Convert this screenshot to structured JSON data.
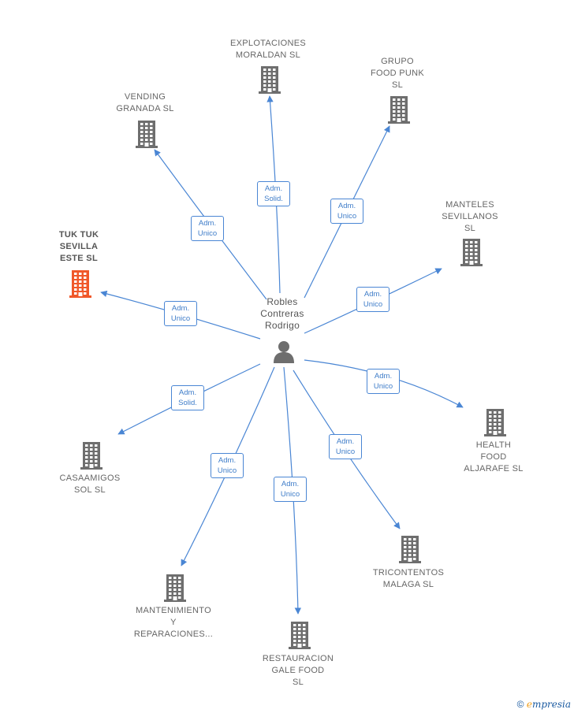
{
  "center": {
    "name_lines": [
      "Robles",
      "Contreras",
      "Rodrigo"
    ],
    "icon": "person-icon"
  },
  "colors": {
    "edge": "#4a86d4",
    "building": "#6e6e6e",
    "highlight": "#f0582a"
  },
  "nodes": [
    {
      "id": "explotaciones",
      "name_lines": [
        "EXPLOTACIONES",
        "MORALDAN  SL"
      ],
      "relation": [
        "Adm.",
        "Solid."
      ],
      "highlight": false,
      "icon": "building-icon"
    },
    {
      "id": "grupo-food-punk",
      "name_lines": [
        "GRUPO",
        "FOOD PUNK",
        "SL"
      ],
      "relation": [
        "Adm.",
        "Unico"
      ],
      "highlight": false,
      "icon": "building-icon"
    },
    {
      "id": "vending-granada",
      "name_lines": [
        "VENDING",
        "GRANADA SL"
      ],
      "relation": [
        "Adm.",
        "Unico"
      ],
      "highlight": false,
      "icon": "building-icon"
    },
    {
      "id": "manteles",
      "name_lines": [
        "MANTELES",
        "SEVILLANOS",
        "SL"
      ],
      "relation": [
        "Adm.",
        "Unico"
      ],
      "highlight": false,
      "icon": "building-icon"
    },
    {
      "id": "tuk-tuk",
      "name_lines": [
        "TUK TUK",
        "SEVILLA",
        "ESTE  SL"
      ],
      "relation": [
        "Adm.",
        "Unico"
      ],
      "highlight": true,
      "icon": "building-icon"
    },
    {
      "id": "health-food",
      "name_lines": [
        "HEALTH",
        "FOOD",
        "ALJARAFE  SL"
      ],
      "relation": [
        "Adm.",
        "Unico"
      ],
      "highlight": false,
      "icon": "building-icon"
    },
    {
      "id": "casaamigos",
      "name_lines": [
        "CASAAMIGOS",
        "SOL  SL"
      ],
      "relation": [
        "Adm.",
        "Solid."
      ],
      "highlight": false,
      "icon": "building-icon"
    },
    {
      "id": "tricontentos",
      "name_lines": [
        "TRICONTENTOS",
        "MALAGA SL"
      ],
      "relation": [
        "Adm.",
        "Unico"
      ],
      "highlight": false,
      "icon": "building-icon"
    },
    {
      "id": "mantenimiento",
      "name_lines": [
        "MANTENIMIENTO",
        "Y",
        "REPARACIONES..."
      ],
      "relation": [
        "Adm.",
        "Unico"
      ],
      "highlight": false,
      "icon": "building-icon"
    },
    {
      "id": "restauracion",
      "name_lines": [
        "RESTAURACION",
        "GALE FOOD",
        "SL"
      ],
      "relation": [
        "Adm.",
        "Unico"
      ],
      "highlight": false,
      "icon": "building-icon"
    }
  ],
  "footer": {
    "copyright": "©",
    "brand_initial": "e",
    "brand_rest": "mpresia"
  }
}
